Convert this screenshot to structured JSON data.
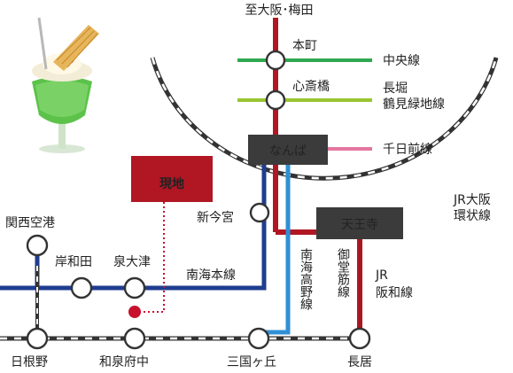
{
  "map": {
    "direction_label": "至大阪･梅田",
    "current_location_label": "現地",
    "lines": {
      "chuo": {
        "label": "中央線",
        "color": "#2fa84f"
      },
      "nagahori": {
        "label_line1": "長堀",
        "label_line2": "鶴見緑地線",
        "color": "#9ac531"
      },
      "sennichimae": {
        "label": "千日前線",
        "color": "#e3779f"
      },
      "jr_osaka_loop": {
        "label_line1": "JR大阪",
        "label_line2": "環状線"
      },
      "nankai_main": {
        "label": "南海本線",
        "color": "#1f3d8f"
      },
      "nankai_koya": {
        "label": "南海高野線",
        "color": "#2f8fd6"
      },
      "midosuji": {
        "label": "御堂筋線",
        "color": "#b11623"
      },
      "jr_hanwa": {
        "label_line1": "JR",
        "label_line2": "阪和線"
      }
    },
    "stations": {
      "honmachi": "本町",
      "shinsaibashi": "心斎橋",
      "namba": "なんば",
      "tennoji": "天王寺",
      "shin_imamiya": "新今宮",
      "kansai_airport": "関西空港",
      "kishiwada": "岸和田",
      "izumi_otsu": "泉大津",
      "hineno": "日根野",
      "izumi_fuchu": "和泉府中",
      "mikunigaoka": "三国ヶ丘",
      "nagai": "長居"
    }
  }
}
